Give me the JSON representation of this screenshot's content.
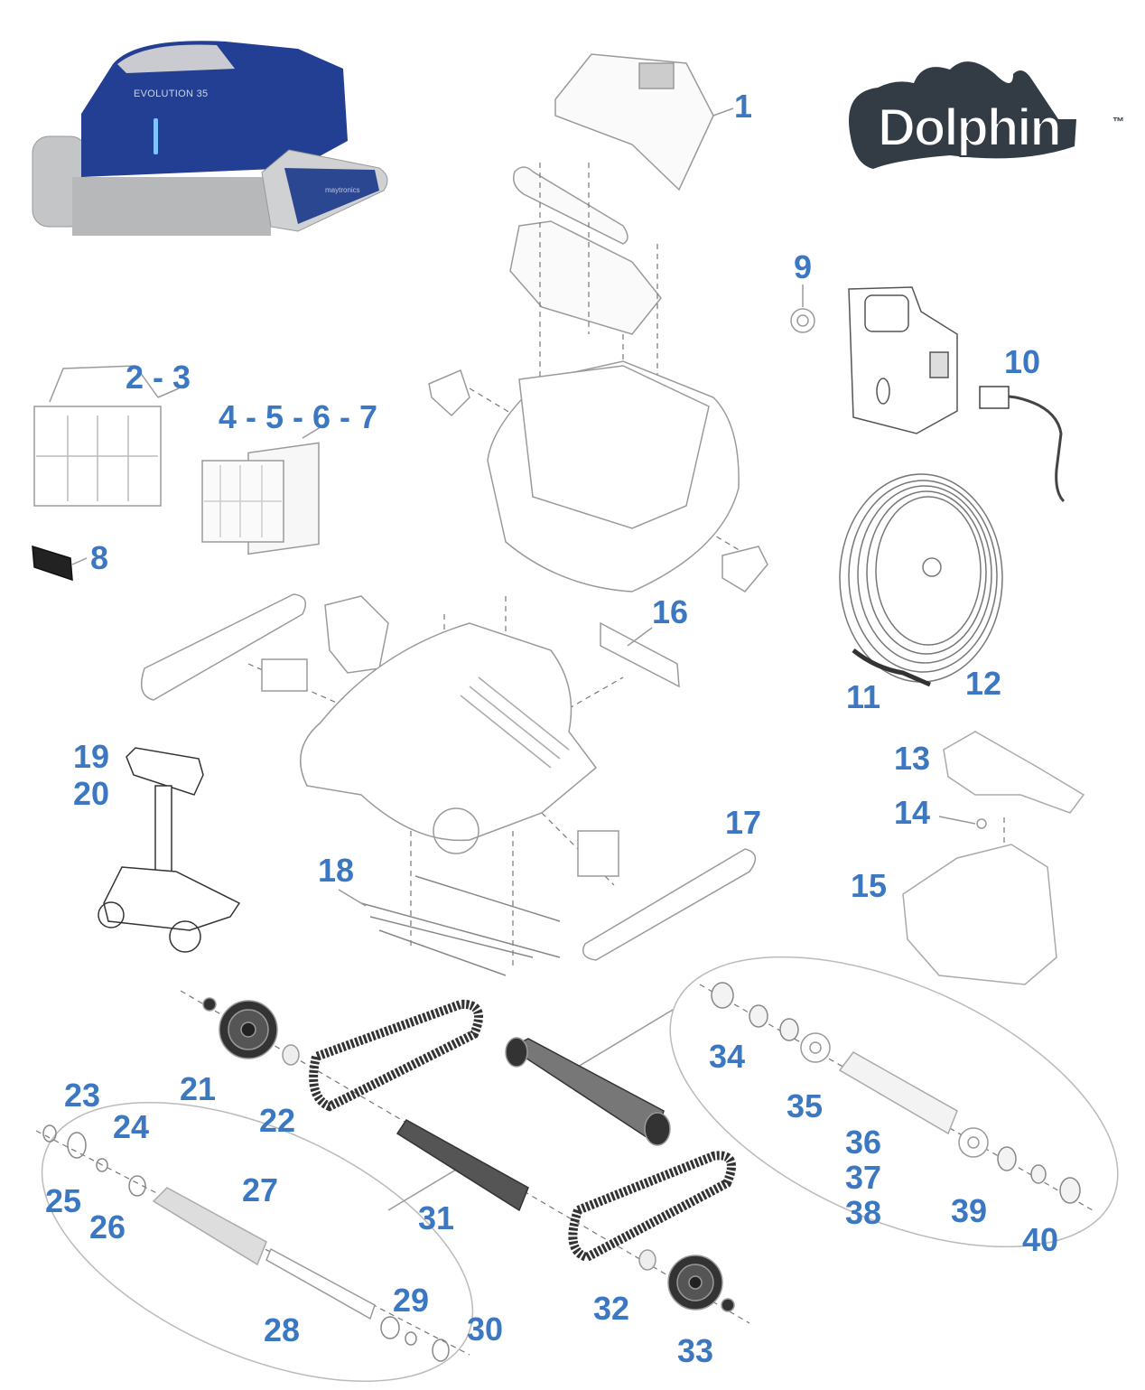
{
  "product": {
    "model_name": "EVOLUTION 35",
    "body_brand": "maytronics"
  },
  "logo": {
    "text": "Dolphin",
    "trademark": "™"
  },
  "colors": {
    "label": "#3b78c1",
    "robot_body": "#1f3f8f",
    "outline": "#9a9a9a",
    "logo": "#333b44"
  },
  "callouts": [
    "1",
    "2 - 3",
    "4 - 5 - 6 - 7",
    "8",
    "9",
    "10",
    "11",
    "12",
    "13",
    "14",
    "15",
    "16",
    "17",
    "18",
    "19",
    "20",
    "21",
    "22",
    "23",
    "24",
    "25",
    "26",
    "27",
    "28",
    "29",
    "30",
    "31",
    "32",
    "33",
    "34",
    "35",
    "36",
    "37",
    "38",
    "39",
    "40"
  ]
}
